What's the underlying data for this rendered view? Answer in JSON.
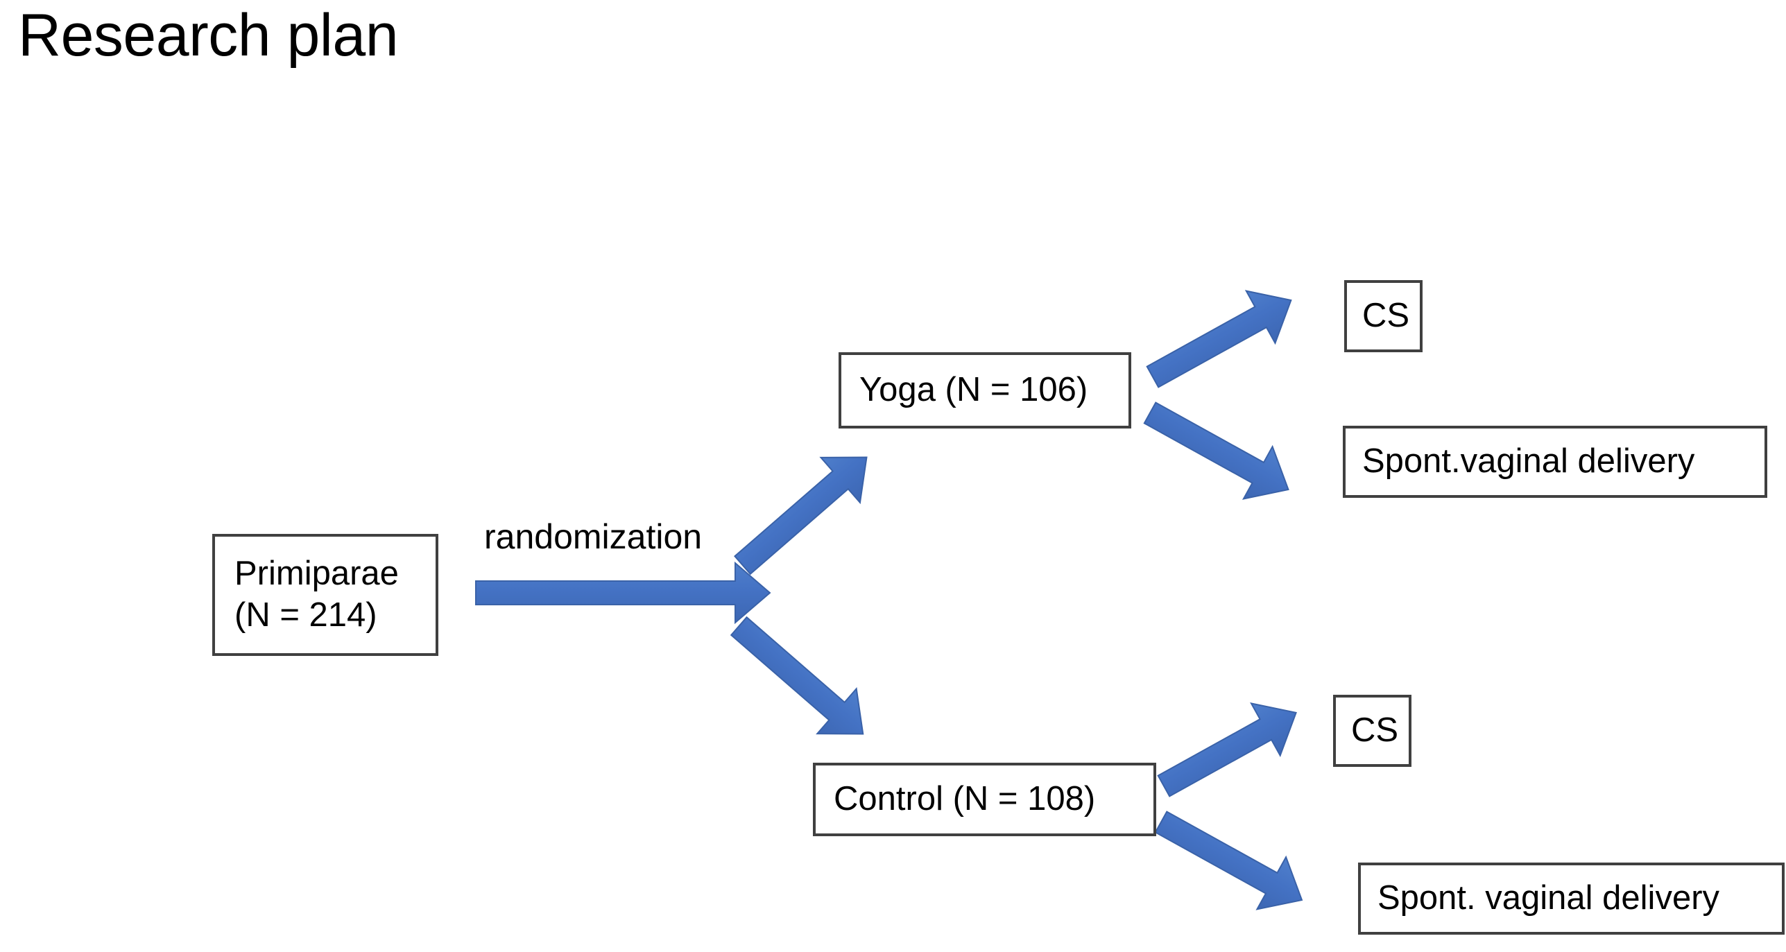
{
  "slide": {
    "title": "Research plan",
    "background_color": "#ffffff",
    "box_border_color": "#404040",
    "arrow_color": "#4472C4",
    "text_color": "#000000"
  },
  "diagram": {
    "type": "flowchart",
    "nodes": [
      {
        "id": "primiparae",
        "label": "Primiparae\n(N = 214)",
        "level": 0
      },
      {
        "id": "yoga",
        "label": "Yoga (N = 106)",
        "level": 1
      },
      {
        "id": "control",
        "label": "Control (N = 108)",
        "level": 1
      },
      {
        "id": "cs_top",
        "label": "CS",
        "level": 2
      },
      {
        "id": "spont_top",
        "label": "Spont.vaginal delivery",
        "level": 2
      },
      {
        "id": "cs_bottom",
        "label": "CS",
        "level": 2
      },
      {
        "id": "spont_bottom",
        "label": "Spont. vaginal delivery",
        "level": 2
      }
    ],
    "edges": [
      {
        "from": "primiparae",
        "to": "junction",
        "label": "randomization",
        "direction": "right"
      },
      {
        "from": "junction",
        "to": "yoga",
        "label": "",
        "direction": "up-right"
      },
      {
        "from": "junction",
        "to": "control",
        "label": "",
        "direction": "down-right"
      },
      {
        "from": "yoga",
        "to": "cs_top",
        "label": "",
        "direction": "up-right"
      },
      {
        "from": "yoga",
        "to": "spont_top",
        "label": "",
        "direction": "down-right"
      },
      {
        "from": "control",
        "to": "cs_bottom",
        "label": "",
        "direction": "up-right"
      },
      {
        "from": "control",
        "to": "spont_bottom",
        "label": "",
        "direction": "down-right"
      }
    ],
    "edge_label": "randomization"
  }
}
